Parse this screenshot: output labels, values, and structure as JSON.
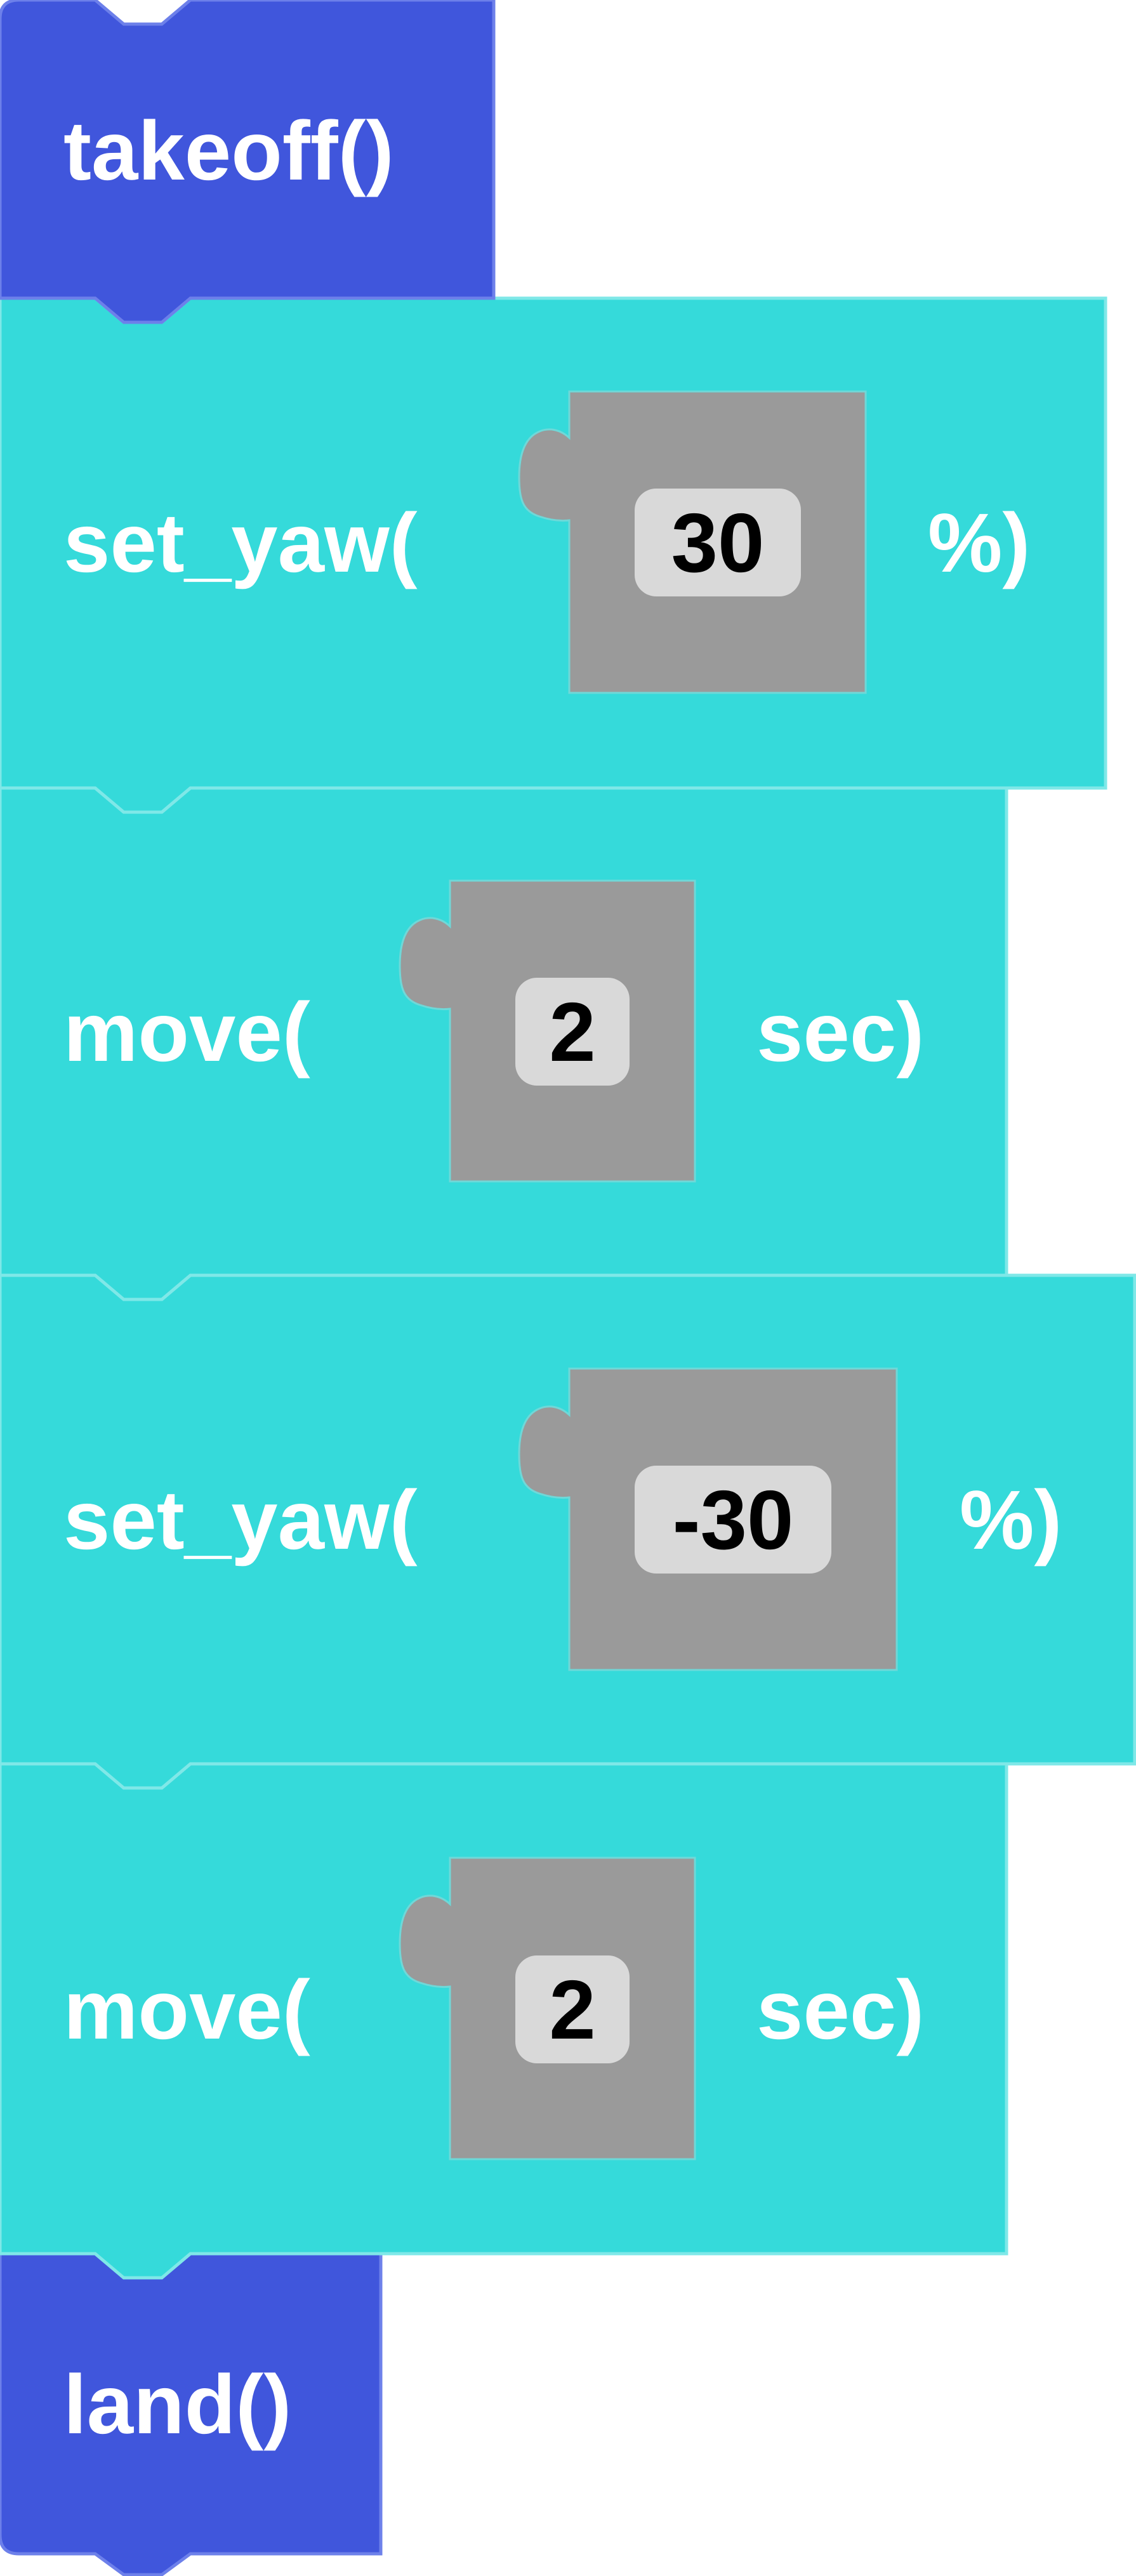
{
  "colors": {
    "motion_block": "#4056dc",
    "motion_block_stroke": "#6d80ea",
    "action_block": "#35dada",
    "action_block_stroke": "#7fe8e8",
    "value_slot": "#9a9a9a",
    "value_slot_stroke": "#6fd8d8",
    "value_pill": "#d9d9d9",
    "block_text": "#ffffff",
    "value_text": "#000000"
  },
  "blocks": [
    {
      "kind": "takeoff",
      "label": "takeoff()"
    },
    {
      "kind": "set_yaw",
      "label": "set_yaw(",
      "value": "30",
      "unit": "%)"
    },
    {
      "kind": "move",
      "label": "move(",
      "value": "2",
      "unit": "sec)"
    },
    {
      "kind": "set_yaw",
      "label": "set_yaw(",
      "value": "-30",
      "unit": "%)"
    },
    {
      "kind": "move",
      "label": "move(",
      "value": "2",
      "unit": "sec)"
    },
    {
      "kind": "land",
      "label": "land()"
    }
  ]
}
